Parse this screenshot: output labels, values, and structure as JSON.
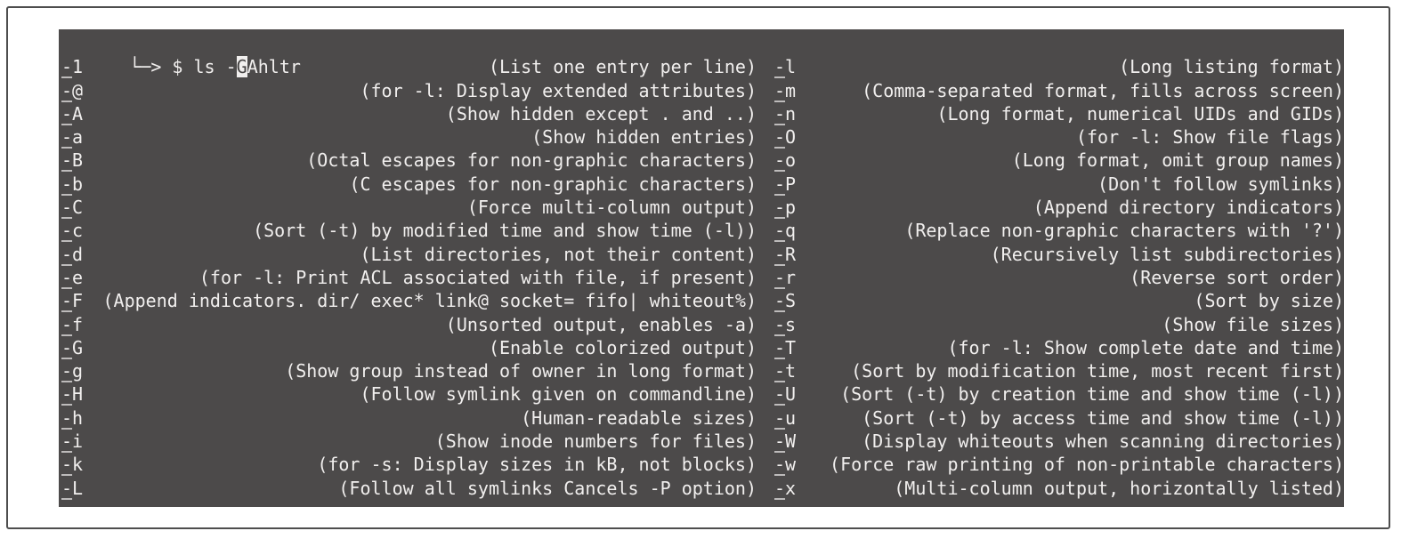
{
  "terminal": {
    "colors": {
      "page_background": "#ffffff",
      "frame_border": "#4e4e4e",
      "terminal_background": "#4c4a4a",
      "foreground": "#f1efee",
      "cursor_background": "#f1efee",
      "cursor_text": "#454343",
      "flag_underline": "#bdbbbb"
    },
    "prompt": {
      "symbol": "└─>",
      "before_cursor": " $ ls -",
      "cursor_char": "G",
      "after_cursor": "Ahltr"
    },
    "completions": {
      "left": [
        {
          "flag": "-1",
          "desc": "(List one entry per line)"
        },
        {
          "flag": "-@",
          "desc": "(for -l: Display extended attributes)"
        },
        {
          "flag": "-A",
          "desc": "(Show hidden except . and ..)"
        },
        {
          "flag": "-a",
          "desc": "(Show hidden entries)"
        },
        {
          "flag": "-B",
          "desc": "(Octal escapes for non-graphic characters)"
        },
        {
          "flag": "-b",
          "desc": "(C escapes for non-graphic characters)"
        },
        {
          "flag": "-C",
          "desc": "(Force multi-column output)"
        },
        {
          "flag": "-c",
          "desc": "(Sort (-t) by modified time and show time (-l))"
        },
        {
          "flag": "-d",
          "desc": "(List directories, not their content)"
        },
        {
          "flag": "-e",
          "desc": "(for -l: Print ACL associated with file, if present)"
        },
        {
          "flag": "-F",
          "desc": "(Append indicators. dir/ exec* link@ socket= fifo| whiteout%)"
        },
        {
          "flag": "-f",
          "desc": "(Unsorted output, enables -a)"
        },
        {
          "flag": "-G",
          "desc": "(Enable colorized output)"
        },
        {
          "flag": "-g",
          "desc": "(Show group instead of owner in long format)"
        },
        {
          "flag": "-H",
          "desc": "(Follow symlink given on commandline)"
        },
        {
          "flag": "-h",
          "desc": "(Human-readable sizes)"
        },
        {
          "flag": "-i",
          "desc": "(Show inode numbers for files)"
        },
        {
          "flag": "-k",
          "desc": "(for -s: Display sizes in kB, not blocks)"
        },
        {
          "flag": "-L",
          "desc": "(Follow all symlinks Cancels -P option)"
        }
      ],
      "right": [
        {
          "flag": "-l",
          "desc": "(Long listing format)"
        },
        {
          "flag": "-m",
          "desc": "(Comma-separated format, fills across screen)"
        },
        {
          "flag": "-n",
          "desc": "(Long format, numerical UIDs and GIDs)"
        },
        {
          "flag": "-O",
          "desc": "(for -l: Show file flags)"
        },
        {
          "flag": "-o",
          "desc": "(Long format, omit group names)"
        },
        {
          "flag": "-P",
          "desc": "(Don't follow symlinks)"
        },
        {
          "flag": "-p",
          "desc": "(Append directory indicators)"
        },
        {
          "flag": "-q",
          "desc": "(Replace non-graphic characters with '?')"
        },
        {
          "flag": "-R",
          "desc": "(Recursively list subdirectories)"
        },
        {
          "flag": "-r",
          "desc": "(Reverse sort order)"
        },
        {
          "flag": "-S",
          "desc": "(Sort by size)"
        },
        {
          "flag": "-s",
          "desc": "(Show file sizes)"
        },
        {
          "flag": "-T",
          "desc": "(for -l: Show complete date and time)"
        },
        {
          "flag": "-t",
          "desc": "(Sort by modification time, most recent first)"
        },
        {
          "flag": "-U",
          "desc": "(Sort (-t) by creation time and show time (-l))"
        },
        {
          "flag": "-u",
          "desc": "(Sort (-t) by access time and show time (-l))"
        },
        {
          "flag": "-W",
          "desc": "(Display whiteouts when scanning directories)"
        },
        {
          "flag": "-w",
          "desc": "(Force raw printing of non-printable characters)"
        },
        {
          "flag": "-x",
          "desc": "(Multi-column output, horizontally listed)"
        }
      ]
    }
  }
}
